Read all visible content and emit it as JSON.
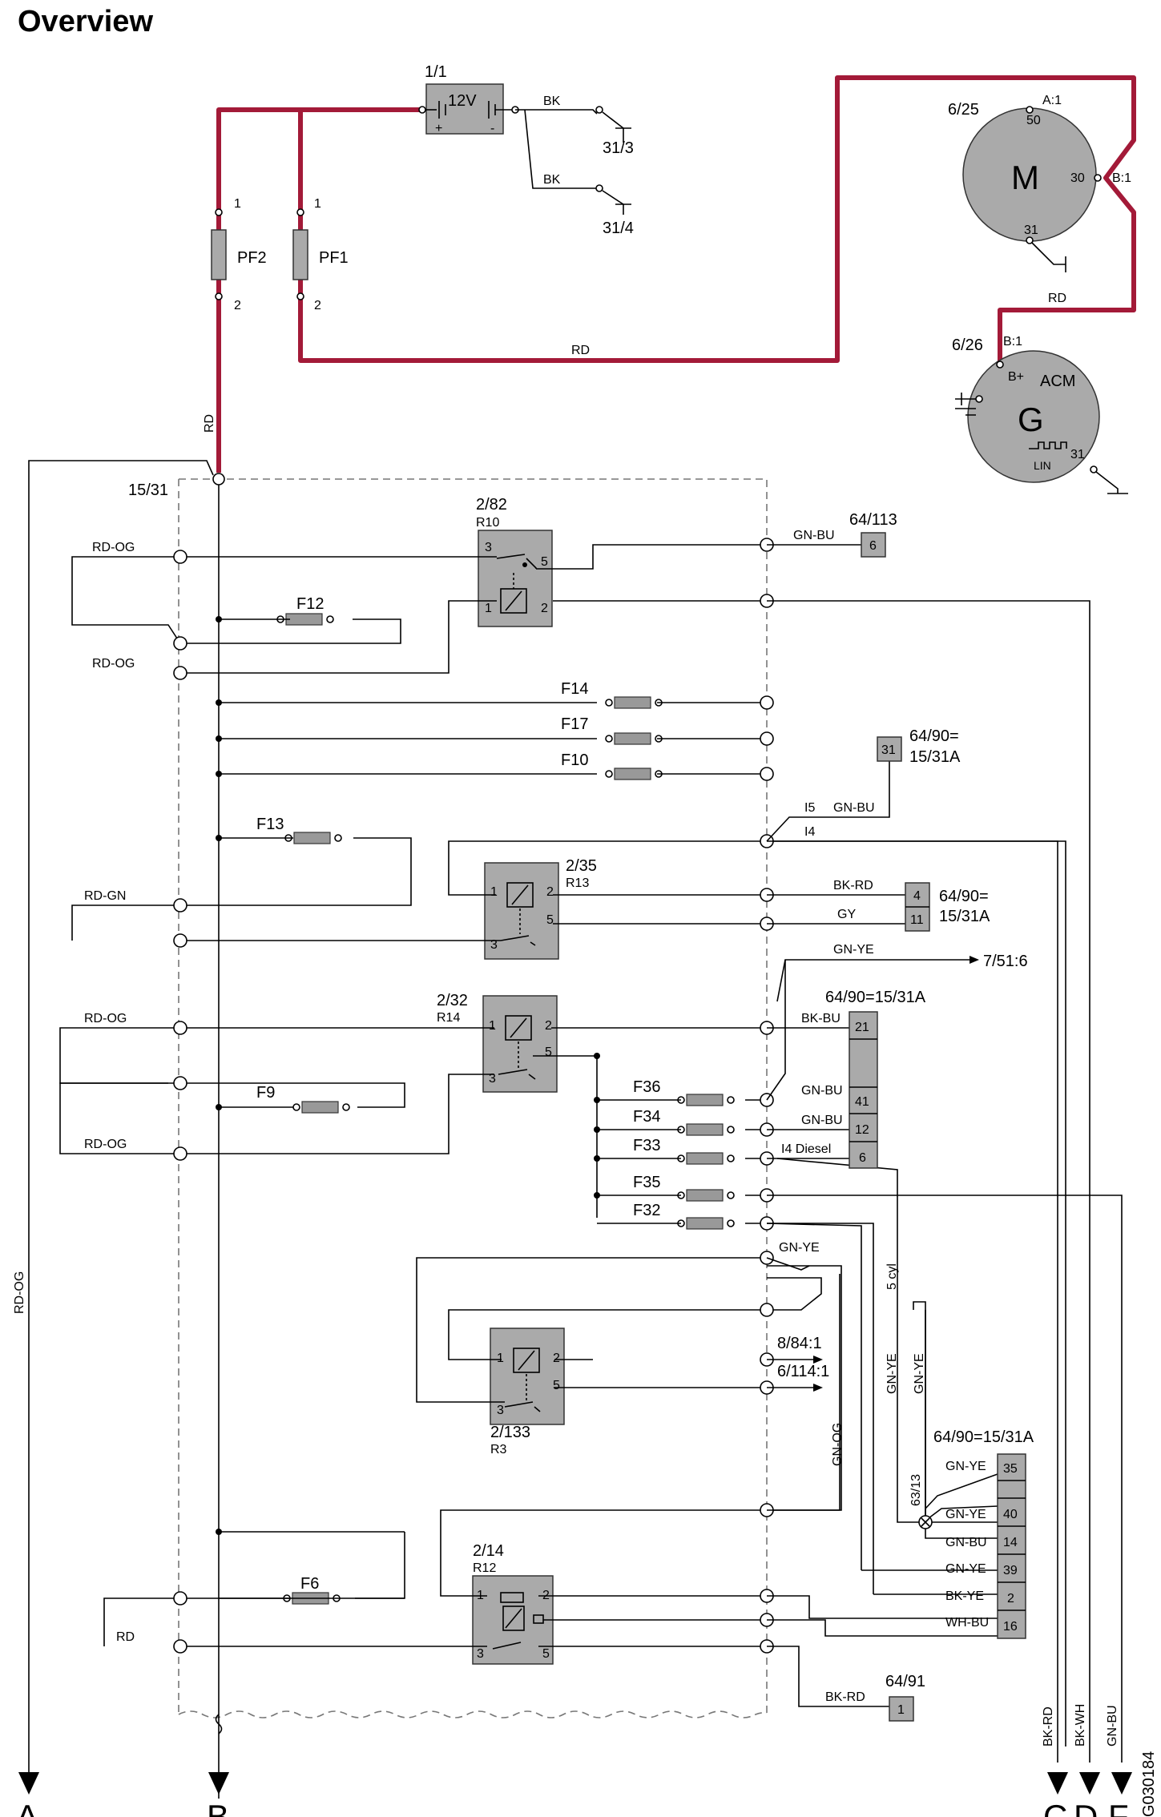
{
  "title": "Overview",
  "battery": {
    "ref": "1/1",
    "label": "12V",
    "plus": "+",
    "minus": "-",
    "ground1": "31/3",
    "ground2": "31/4",
    "wire": "BK"
  },
  "power_fuses": [
    {
      "name": "PF2",
      "pin_top": "1",
      "pin_bottom": "2"
    },
    {
      "name": "PF1",
      "pin_top": "1",
      "pin_bottom": "2"
    }
  ],
  "wire_rd": "RD",
  "starter": {
    "ref": "6/25",
    "letter": "M",
    "pin_a": "A:1",
    "pin_50": "50",
    "pin_30": "30",
    "pin_b": "B:1",
    "pin_31": "31"
  },
  "alternator": {
    "ref": "6/26",
    "pin_b": "B:1",
    "bplus": "B+",
    "acm": "ACM",
    "letter": "G",
    "lin": "LIN",
    "pin_31": "31"
  },
  "central_unit": "15/31",
  "relays": {
    "r10": {
      "ref": "2/82",
      "sub": "R10",
      "p1": "1",
      "p2": "2",
      "p3": "3",
      "p5": "5"
    },
    "r13": {
      "ref": "2/35",
      "sub": "R13",
      "p1": "1",
      "p2": "2",
      "p3": "3",
      "p5": "5"
    },
    "r14": {
      "ref": "2/32",
      "sub": "R14",
      "p1": "1",
      "p2": "2",
      "p3": "3",
      "p5": "5"
    },
    "r3": {
      "ref": "2/133",
      "sub": "R3",
      "p1": "1",
      "p2": "2",
      "p3": "3",
      "p5": "5"
    },
    "r12": {
      "ref": "2/14",
      "sub": "R12",
      "p1": "1",
      "p2": "2",
      "p3": "3",
      "p5": "5"
    }
  },
  "fuses": {
    "f12": "F12",
    "f14": "F14",
    "f17": "F17",
    "f10": "F10",
    "f13": "F13",
    "f9": "F9",
    "f36": "F36",
    "f34": "F34",
    "f33": "F33",
    "f35": "F35",
    "f32": "F32",
    "f6": "F6"
  },
  "wires": {
    "rd_og": "RD-OG",
    "rd_gn": "RD-GN",
    "gn_bu": "GN-BU",
    "bk_rd": "BK-RD",
    "gy": "GY",
    "gn_ye": "GN-YE",
    "bk_bu": "BK-BU",
    "i4_diesel": "I4 Diesel",
    "i5": "I5",
    "i4": "I4",
    "gn_og": "GN-OG",
    "bk_ye": "BK-YE",
    "wh_bu": "WH-BU",
    "bk_wh": "BK-WH",
    "rd": "RD",
    "five_cyl": "5 cyl",
    "ref_63_13": "63/13"
  },
  "connectors": {
    "c64_113": {
      "ref": "64/113",
      "pin": "6"
    },
    "c64_90a": {
      "ref1": "64/90=",
      "ref2": "15/31A",
      "pin": "31"
    },
    "c64_90b": {
      "ref1": "64/90=",
      "ref2": "15/31A",
      "pins": [
        "4",
        "11"
      ]
    },
    "c64_90c": {
      "ref": "64/90=15/31A",
      "pins": [
        "21",
        "41",
        "12",
        "6"
      ]
    },
    "c64_90d": {
      "ref": "64/90=15/31A",
      "pins": [
        "35",
        "40",
        "14",
        "39",
        "2",
        "16"
      ]
    },
    "c64_91": {
      "ref": "64/91",
      "pin": "1"
    }
  },
  "refs": {
    "r751": "7/51:6",
    "r884": "8/84:1",
    "r6114": "6/114:1"
  },
  "outputs": [
    "A",
    "B",
    "C",
    "D",
    "F"
  ],
  "image_code": "G030184"
}
